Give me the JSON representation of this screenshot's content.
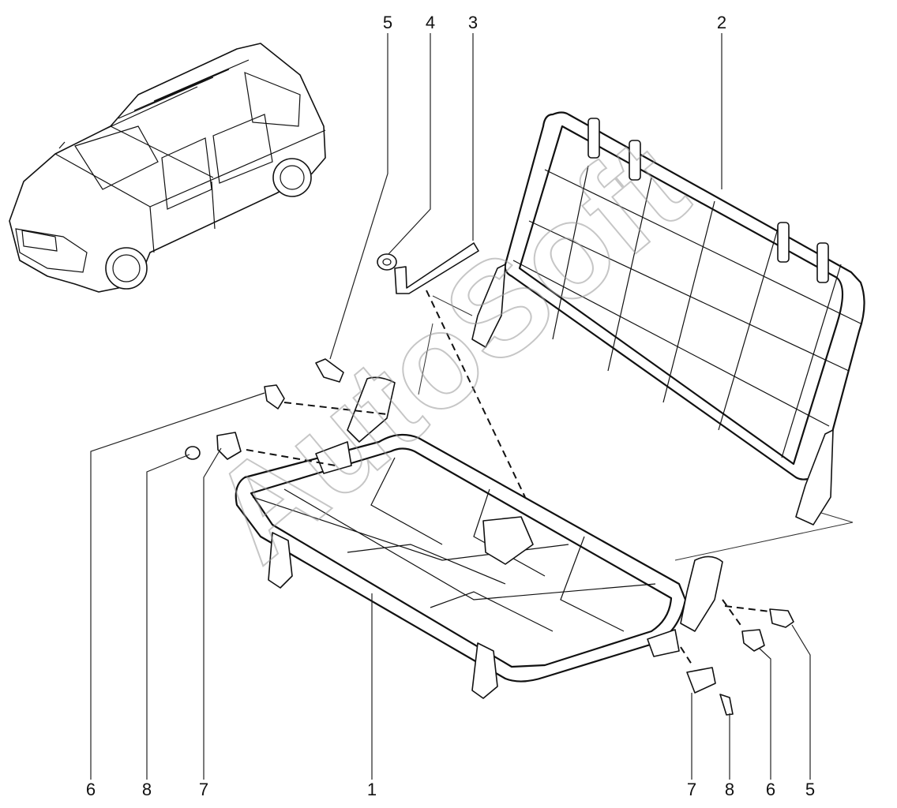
{
  "callouts": {
    "top_5": "5",
    "top_4": "4",
    "top_3": "3",
    "top_2": "2",
    "bottom_6_left": "6",
    "bottom_8_left": "8",
    "bottom_7_left": "7",
    "bottom_1": "1",
    "bottom_7_right": "7",
    "bottom_8_right": "8",
    "bottom_6_right": "6",
    "bottom_5_right": "5"
  },
  "watermark": "AutoSoft",
  "icons": [
    "car-icon",
    "seat-back-frame-icon",
    "seat-cushion-frame-icon",
    "bolt-icon",
    "washer-icon",
    "strap-icon",
    "latch-icon",
    "clip-icon",
    "screw-icon"
  ]
}
